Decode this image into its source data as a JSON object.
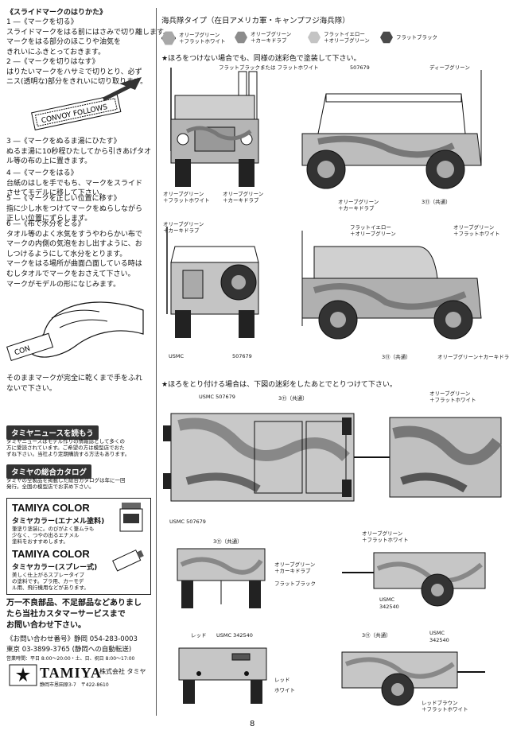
{
  "left": {
    "title": "《スライドマークのはりかた》",
    "steps": [
      "1 ―《マークを切る》\nスライドマークをはる前にはさみで切り離します。\nマークをはる部分のほこりや油気を\nきれいにふきとっておきます。",
      "2 ―《マークを切りはなす》\nはりたいマークをハサミで切りとり、必ず\nニス(透明な)部分をきれいに切り取ります。",
      "3 ―《マークをぬるま湯にひたす》\nぬるま湯に10秒程ひたしてから引きあげタオ\nル等の布の上に置きます。",
      "4 ―《マークをはる》\n台紙のはしを手でもち、マークをスライド\nさせてモデルに移して下さい。",
      "5 ―《マークを正しい位置に移す》\n指に少し水をつけてマークをぬらしながら\n正しい位置にずらします。",
      "6 ―《布で水分をとる》\nタオル等のよく水気をすうやわらかい布で\nマークの内側の気泡をおし出すように、お\nしつけるようにして水分をとります。\nマークをはる場所が曲面凸面している時は\nむしタオルでマークをおさえて下さい。\nマークがモデルの形になじみます。"
    ],
    "decal_text": "CONVOY FOLLOWS",
    "decal_small": "CON",
    "ending": "そのままマークが完全に乾くまで手をふれ\nないで下さい。",
    "news_heading": "タミヤニュースを読もう",
    "news_text": "タミヤニュースはモデル作りの情報誌として多くの\n方に愛読されています。ご希望の方は模型店でおた\nずね下さい。当社より定期購読する方法もあります。",
    "catalog_heading": "タミヤの総合カタログ",
    "catalog_text": "タミヤの全製品を掲載した総合カタログは年に一回\n発行。全国の模型店でお求め下さい。",
    "color1_brand": "TAMIYA COLOR",
    "color1_title": "タミヤカラー(エナメル塗料)",
    "color1_text": "筆塗り塗装に。のびがよく筆ムラも\n少なく、つやの出るエナメル\n塗料をおすすめします。",
    "color2_brand": "TAMIYA COLOR",
    "color2_title": "タミヤカラー(スプレー式)",
    "color2_text": "美しく仕上がるスプレータイプ\nの塗料です。プラ用、カーモデ\nル用、飛行機用などがあります。",
    "service_text": "万一不良部品、不足部品などありまし\nたら当社カスタマーサービスまで\nお問い合わせ下さい。",
    "contact1": "《お問い合わせ番号》静岡 054-283-0003",
    "contact2": "東京 03-3899-3765 (静岡への自動転送)",
    "hours": "営業時間：平日 8:00〜20:00・土、日、祝日 8:00〜17:00",
    "company_brand": "TAMIYA",
    "company_name": "株式会社 タミヤ",
    "company_addr": "静岡市恩田原3-7　〒422-8610"
  },
  "right": {
    "header": "海兵隊タイプ（在日アメリカ軍・キャンプフジ海兵隊）",
    "camo": [
      {
        "label": "オリーブグリーン\n＋フラットホワイト",
        "color": "#a8a8a8"
      },
      {
        "label": "オリーブグリーン\n＋カーキドラブ",
        "color": "#8c8c8c"
      },
      {
        "label": "フラットイエロー\n＋オリーブグリーン",
        "color": "#c4c4c4"
      },
      {
        "label": "フラットブラック",
        "color": "#4a4a4a"
      }
    ],
    "note1": "★ほろをつけない場合でも、同様の迷彩色で塗装して下さい。",
    "note2": "★ほろをとり付ける場合は、下図の迷彩をしたあとでとりつけて下さい。",
    "labels": {
      "flat_black_or_white": "フラットブラックまたは フラットホワイト",
      "serial1": "507679",
      "deep_green": "ディープグリーン",
      "og_fw": "オリーブグリーン\n＋フラットホワイト",
      "og_kd": "オリーブグリーン\n＋カーキドラブ",
      "common": "3⑪（共通）",
      "fy_og": "フラットイエロー\n＋オリーブグリーン",
      "usmc": "USMC",
      "serial2": "507679",
      "usmc_serial": "USMC 507679",
      "og_kd2": "オリーブグリーン＋カーキドラブ",
      "common_short": "共通",
      "flat_black": "フラットブラック",
      "serial_trailer": "342540",
      "usmc_trailer": "USMC 342540",
      "red": "レッド",
      "white": "ホワイト",
      "red_brown": "レッドブラウン\n＋フラットホワイト"
    }
  },
  "page_number": "8"
}
